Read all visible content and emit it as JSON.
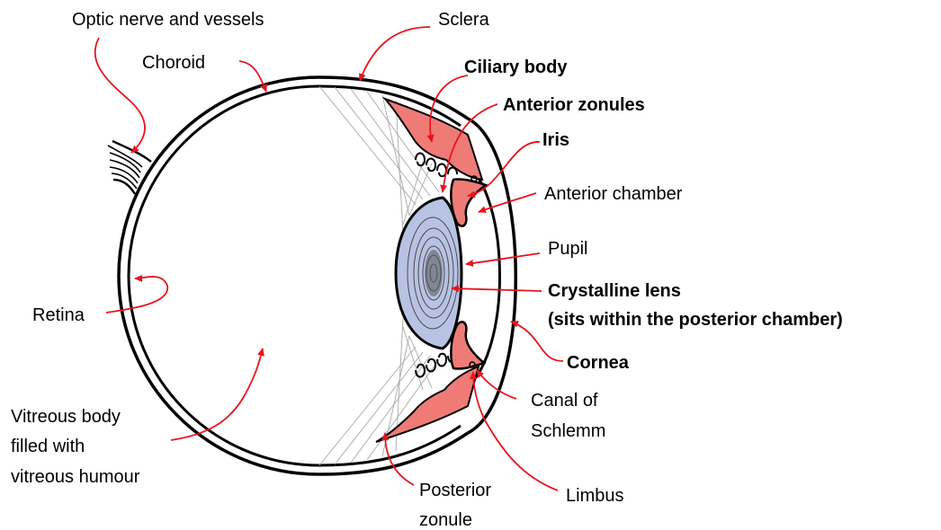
{
  "colors": {
    "outline": "#000000",
    "arrow": "#e8141c",
    "ciliary_fill": "#ef7b77",
    "lens_fill": "#b8c3e3",
    "lens_core": "#555555",
    "zonule": "#a8a8a8"
  },
  "labels": {
    "optic_nerve": "Optic nerve and vessels",
    "sclera": "Sclera",
    "choroid": "Choroid",
    "ciliary_body": "Ciliary body",
    "anterior_zonules": "Anterior zonules",
    "iris": "Iris",
    "anterior_chamber": "Anterior chamber",
    "pupil": "Pupil",
    "crystalline_lens": "Crystalline lens",
    "posterior_chamber_note": "(sits within the posterior chamber)",
    "retina": "Retina",
    "cornea": "Cornea",
    "canal_line1": "Canal of",
    "canal_line2": "Schlemm",
    "vitreous_line1": "Vitreous body",
    "vitreous_line2": "filled with",
    "vitreous_line3": "vitreous humour",
    "posterior_zonule_line1": "Posterior",
    "posterior_zonule_line2": "zonule",
    "limbus": "Limbus"
  }
}
